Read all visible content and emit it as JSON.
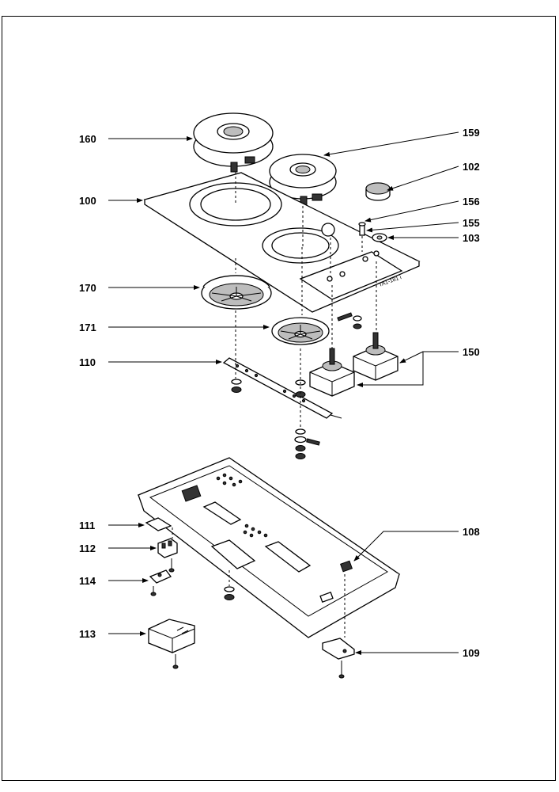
{
  "diagram": {
    "labels": [
      {
        "id": "160",
        "text": "160"
      },
      {
        "id": "159",
        "text": "159"
      },
      {
        "id": "102",
        "text": "102"
      },
      {
        "id": "100",
        "text": "100"
      },
      {
        "id": "156",
        "text": "156"
      },
      {
        "id": "155",
        "text": "155"
      },
      {
        "id": "103",
        "text": "103"
      },
      {
        "id": "170",
        "text": "170"
      },
      {
        "id": "171",
        "text": "171"
      },
      {
        "id": "150",
        "text": "150"
      },
      {
        "id": "110",
        "text": "110"
      },
      {
        "id": "111",
        "text": "111"
      },
      {
        "id": "108",
        "text": "108"
      },
      {
        "id": "112",
        "text": "112"
      },
      {
        "id": "114",
        "text": "114"
      },
      {
        "id": "113",
        "text": "113"
      },
      {
        "id": "109",
        "text": "109"
      }
    ],
    "stamp": "TA1-181 i"
  }
}
